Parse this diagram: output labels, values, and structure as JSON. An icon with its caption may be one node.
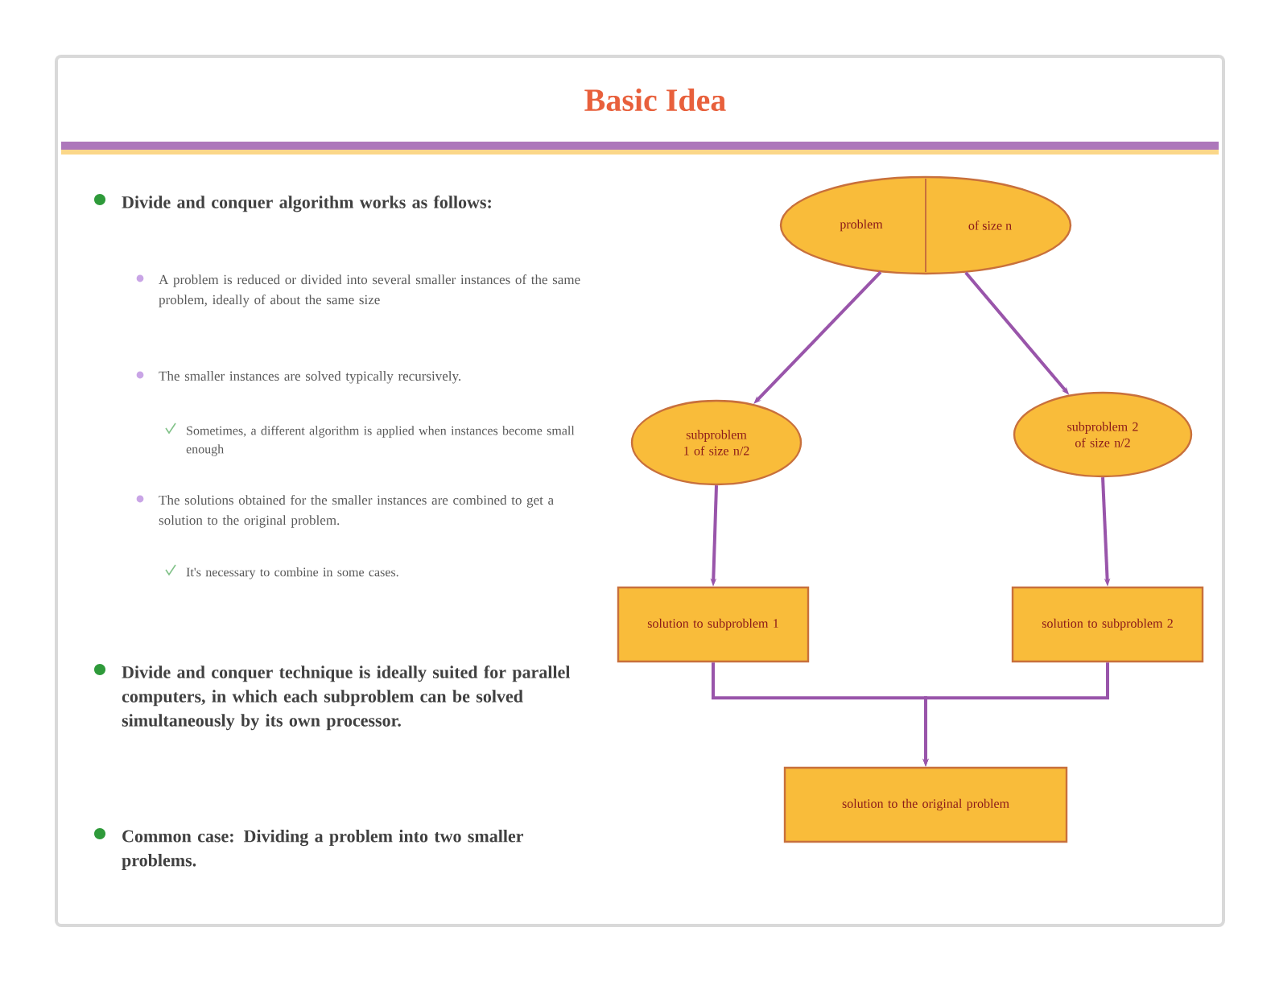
{
  "diagram": {
    "title": "Basic Idea",
    "nodes": [
      {
        "text": [
          "problem",
          "of size n"
        ]
      },
      {
        "text": [
          "subproblem 1 of size n/2"
        ]
      },
      {
        "text": [
          "subproblem 2 of size n/2"
        ]
      },
      {
        "text": [
          "solution to subproblem 1"
        ]
      },
      {
        "text": [
          "solution to subproblem 2"
        ]
      },
      {
        "text": [
          "solution to the original problem"
        ]
      }
    ],
    "edges": [
      {
        "from": 0,
        "to": 1,
        "arrow": "to"
      },
      {
        "from": 0,
        "to": 2,
        "arrow": "to"
      },
      {
        "from": 1,
        "to": 3,
        "arrow": "to"
      },
      {
        "from": 2,
        "to": 4,
        "arrow": "to"
      },
      {
        "from": 3,
        "to": 5,
        "arrow": "to"
      },
      {
        "from": 4,
        "to": 5,
        "arrow": "to"
      }
    ],
    "labels": [
      "Divide and conquer algorithm works as follows:",
      "A problem is reduced or divided into several smaller instances of the same problem, ideally of about the same size",
      "The smaller instances are solved typically recursively.",
      "Sometimes, a different algorithm is applied when instances become small enough",
      "The solutions obtained for the smaller instances are combined to get a solution to the original problem.",
      "It's necessary to combine in some cases.",
      "Divide and conquer technique is ideally suited for parallel computers, in which each subproblem can be solved simultaneously by its own processor.",
      "Common case: Dividing a problem into two smaller problems."
    ]
  }
}
